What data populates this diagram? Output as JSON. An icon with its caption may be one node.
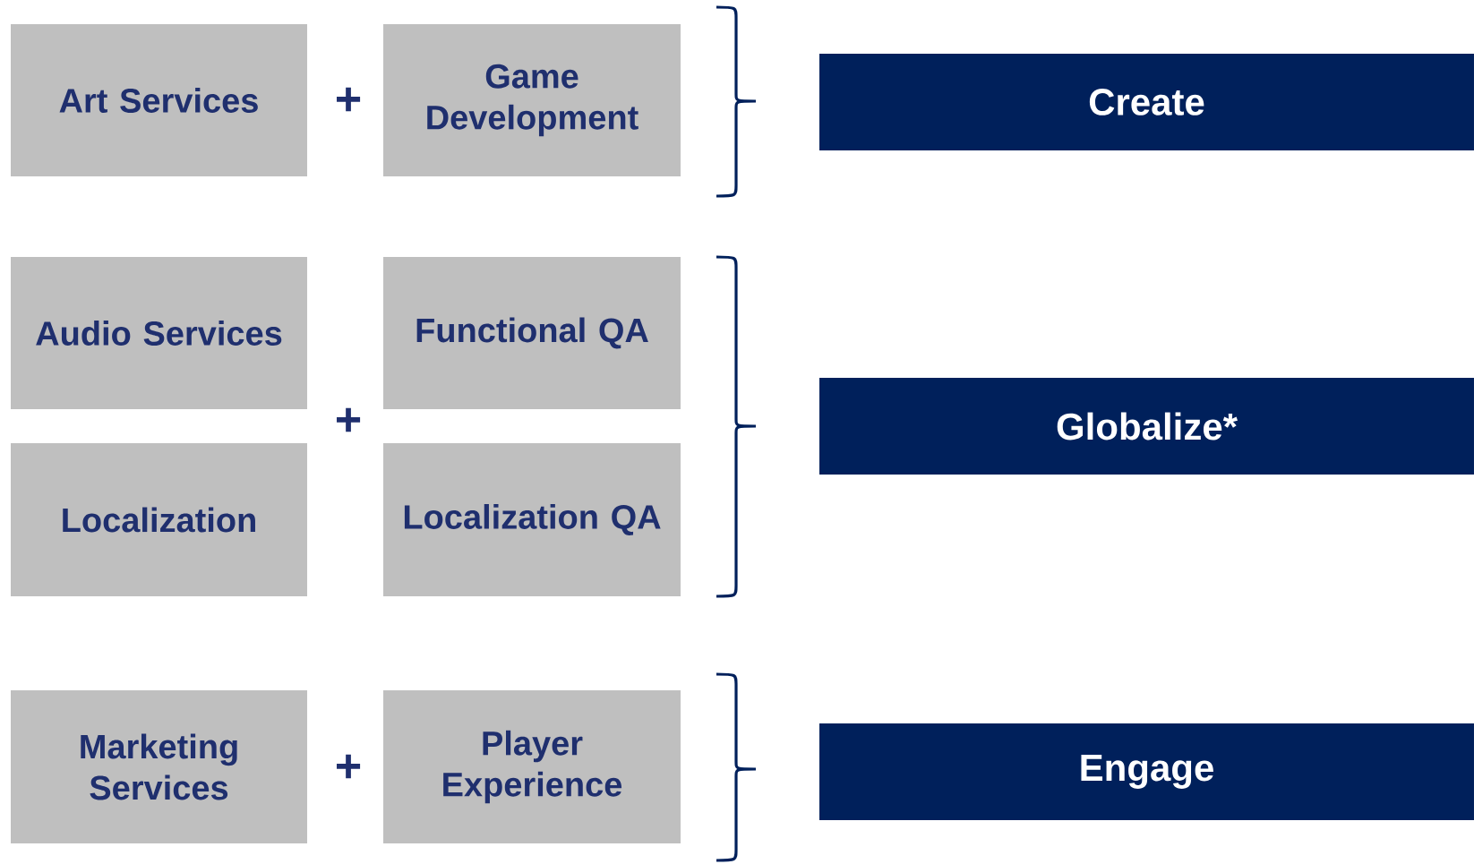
{
  "diagram": {
    "nodes": [
      {
        "text": [
          "Art Services"
        ]
      },
      {
        "text": [
          "Game Development"
        ]
      },
      {
        "text": [
          "Audio Services"
        ]
      },
      {
        "text": [
          "Functional QA"
        ]
      },
      {
        "text": [
          "Localization"
        ]
      },
      {
        "text": [
          "Localization QA"
        ]
      },
      {
        "text": [
          "Marketing Services"
        ]
      },
      {
        "text": [
          "Player Experience"
        ]
      },
      {
        "text": [
          "Create"
        ]
      },
      {
        "text": [
          "Globalize*"
        ]
      },
      {
        "text": [
          "Engage"
        ]
      }
    ],
    "labels": [
      "+",
      "+",
      "+"
    ]
  }
}
